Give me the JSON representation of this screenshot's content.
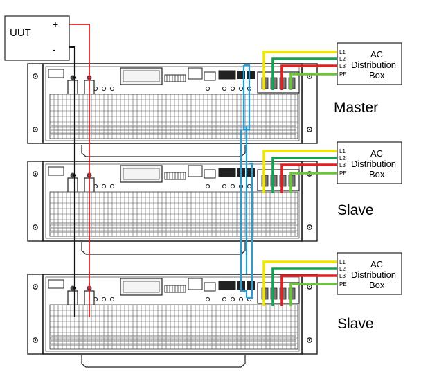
{
  "uut": {
    "label": "UUT",
    "plus": "+",
    "minus": "-"
  },
  "units": [
    {
      "role": "Master"
    },
    {
      "role": "Slave"
    },
    {
      "role": "Slave"
    }
  ],
  "ac_box": {
    "line1": "AC",
    "line2": "Distribution",
    "line3": "Box"
  },
  "phases": [
    "L1",
    "L2",
    "L3",
    "PE"
  ],
  "colors": {
    "positive": "#e02020",
    "negative": "#111111",
    "link": "#1e9fe0",
    "l1": "#f2e600",
    "l2": "#16a050",
    "l3": "#e02020",
    "pe": "#6cc43c",
    "chassis": "#222222"
  }
}
